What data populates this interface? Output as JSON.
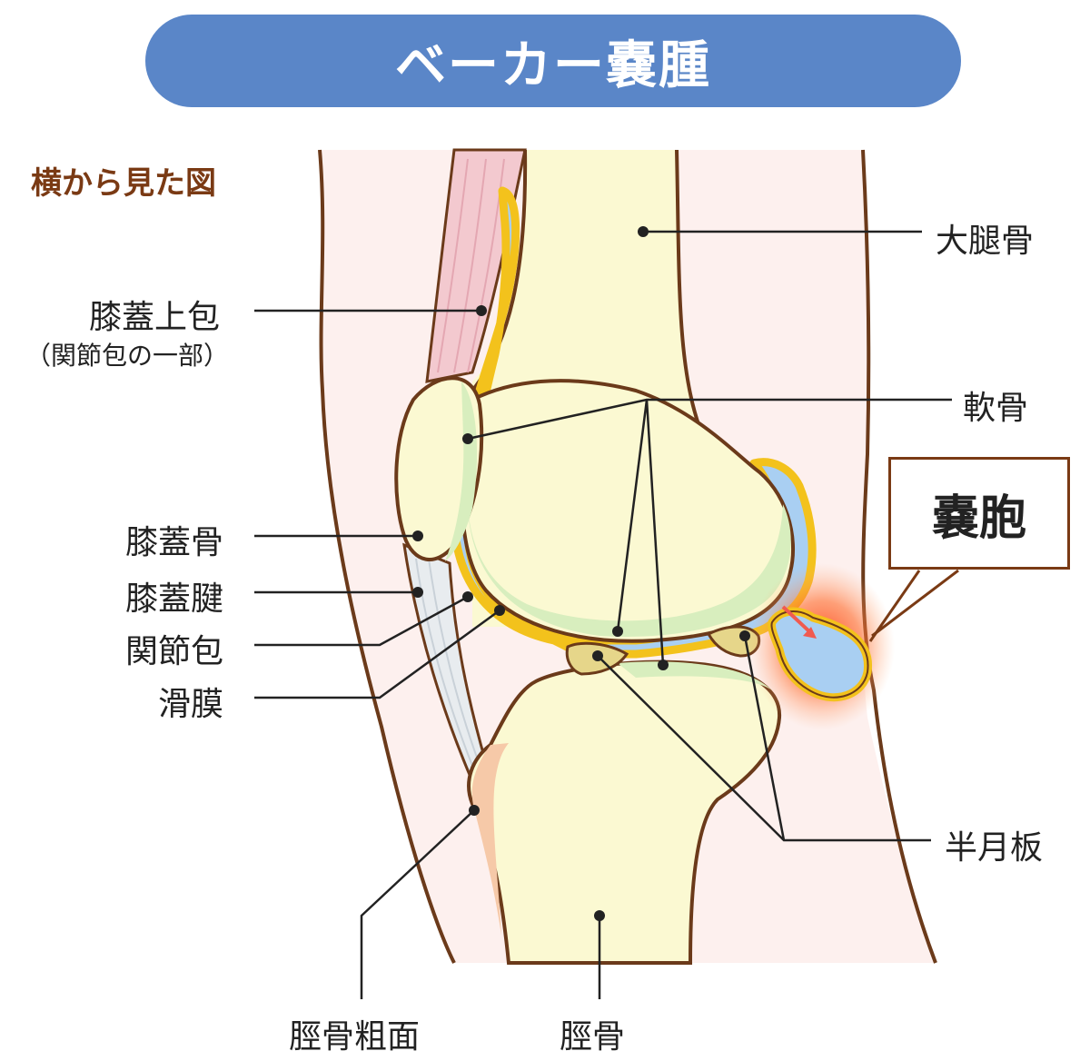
{
  "title": "ベーカー嚢腫",
  "view_label": "横から見た図",
  "cyst_label": "嚢胞",
  "labels": {
    "femur": "大腿骨",
    "suprapatellar_bursa": "膝蓋上包",
    "suprapatellar_bursa_note": "（関節包の一部）",
    "cartilage": "軟骨",
    "patella": "膝蓋骨",
    "patellar_tendon": "膝蓋腱",
    "joint_capsule": "関節包",
    "synovium": "滑膜",
    "meniscus": "半月板",
    "tibial_tuberosity": "脛骨粗面",
    "tibia": "脛骨"
  },
  "colors": {
    "title_bg": "#5a86c8",
    "outline": "#6b3a1a",
    "bone": "#fbf9d2",
    "cartilage": "#d8eebe",
    "fluid": "#a9cff2",
    "capsule": "#f3c21c",
    "skin": "#fdf0ee",
    "inflammation": "#ff5a1e"
  }
}
